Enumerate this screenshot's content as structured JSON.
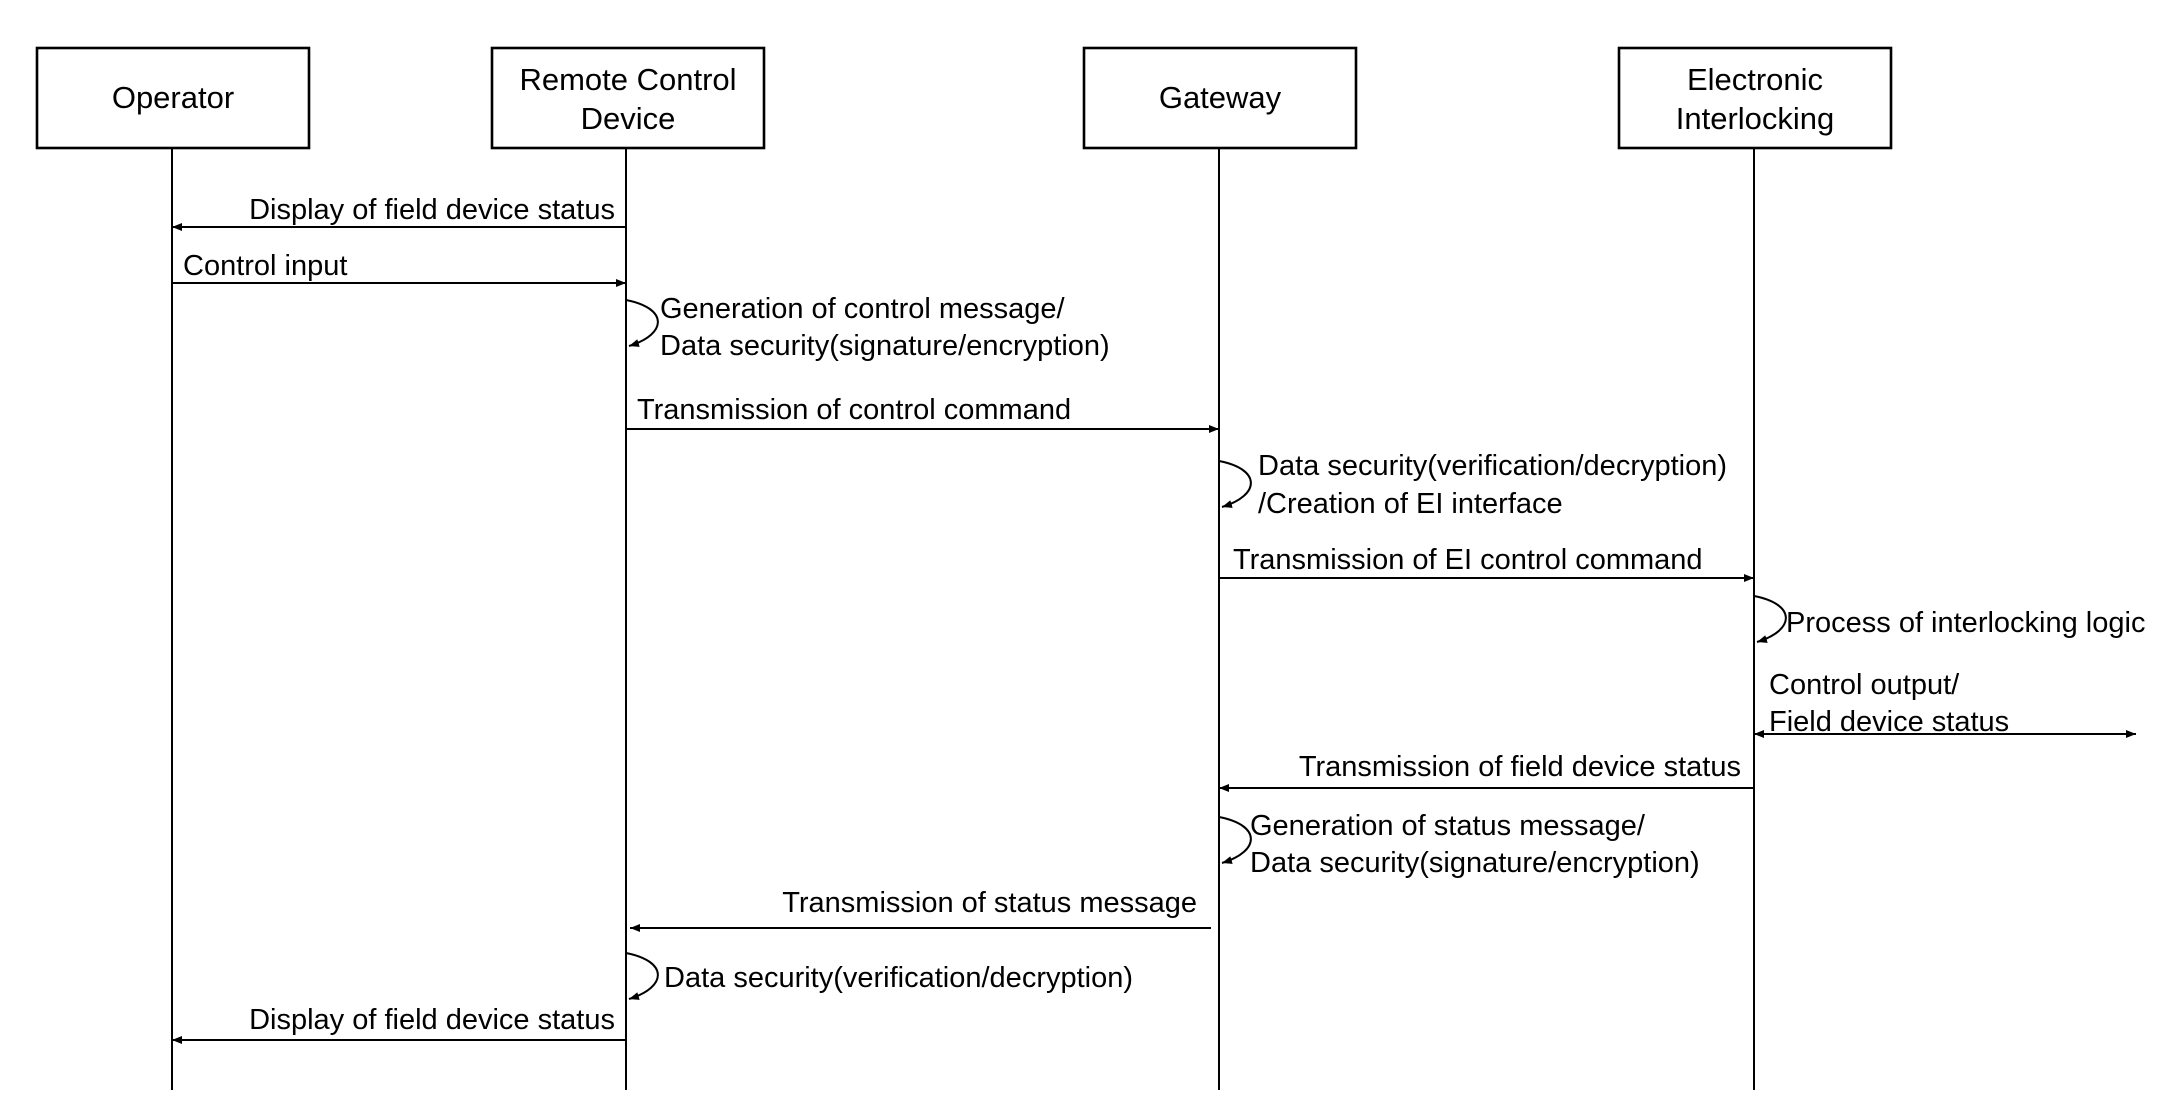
{
  "actors": [
    {
      "id": "operator",
      "lines": [
        "Operator"
      ]
    },
    {
      "id": "remote",
      "lines": [
        "Remote Control",
        "Device"
      ]
    },
    {
      "id": "gateway",
      "lines": [
        "Gateway"
      ]
    },
    {
      "id": "ei",
      "lines": [
        "Electronic",
        "Interlocking"
      ]
    }
  ],
  "messages": [
    {
      "label": [
        "Display of field device status"
      ]
    },
    {
      "label": [
        "Control input"
      ]
    },
    {
      "label": [
        "Generation of control message/",
        "Data security(signature/encryption)"
      ]
    },
    {
      "label": [
        "Transmission of control command"
      ]
    },
    {
      "label": [
        "Data security(verification/decryption)",
        "/Creation of EI interface"
      ]
    },
    {
      "label": [
        "Transmission of EI control command"
      ]
    },
    {
      "label": [
        "Process of interlocking logic"
      ]
    },
    {
      "label": [
        "Control output/",
        "Field device status"
      ]
    },
    {
      "label": [
        "Transmission of field device status"
      ]
    },
    {
      "label": [
        "Generation of status message/",
        "Data security(signature/encryption)"
      ]
    },
    {
      "label": [
        "Transmission of status message"
      ]
    },
    {
      "label": [
        "Data security(verification/decryption)"
      ]
    },
    {
      "label": [
        "Display of field device status"
      ]
    }
  ]
}
